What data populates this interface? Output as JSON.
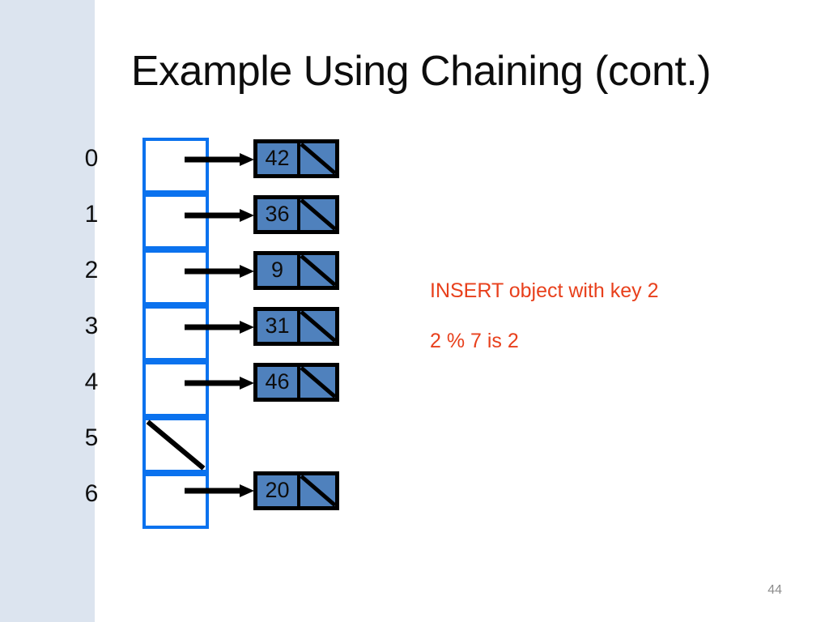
{
  "slide": {
    "title": "Example Using Chaining (cont.)",
    "page_number": "44",
    "accent_band_color": "#DCE4EF",
    "table_border_color": "#0B72EE",
    "node_fill_color": "#4F81BD",
    "annotation_color": "#E8401C"
  },
  "hash_table": {
    "index_labels": [
      "0",
      "1",
      "2",
      "3",
      "4",
      "5",
      "6"
    ],
    "slots": [
      {
        "index": "0",
        "empty": false,
        "node": {
          "key": "42",
          "next": "null"
        }
      },
      {
        "index": "1",
        "empty": false,
        "node": {
          "key": "36",
          "next": "null"
        }
      },
      {
        "index": "2",
        "empty": false,
        "node": {
          "key": "9",
          "next": "null"
        }
      },
      {
        "index": "3",
        "empty": false,
        "node": {
          "key": "31",
          "next": "null"
        }
      },
      {
        "index": "4",
        "empty": false,
        "node": {
          "key": "46",
          "next": "null"
        }
      },
      {
        "index": "5",
        "empty": true,
        "node": null
      },
      {
        "index": "6",
        "empty": false,
        "node": {
          "key": "20",
          "next": "null"
        }
      }
    ]
  },
  "annotations": {
    "line1": "INSERT object with key 2",
    "line2": "2 % 7 is 2"
  }
}
